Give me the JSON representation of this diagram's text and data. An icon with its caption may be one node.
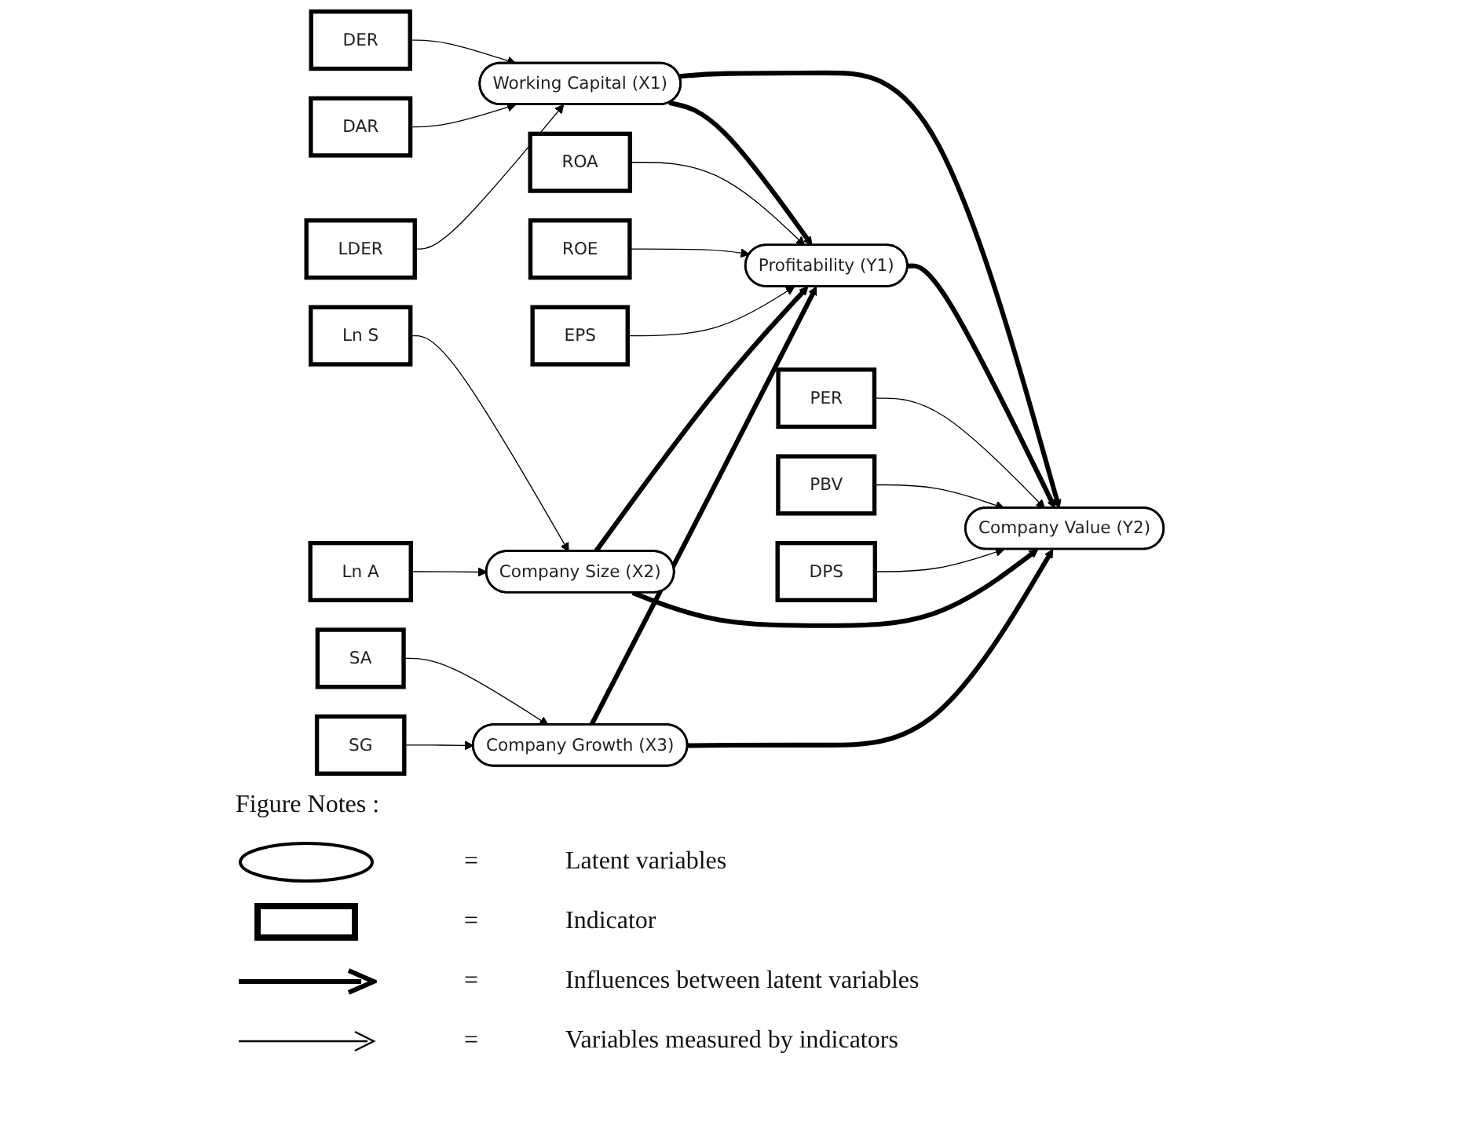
{
  "diagram": {
    "nodes": [
      {
        "text": [
          "DER"
        ]
      },
      {
        "text": [
          "DAR"
        ]
      },
      {
        "text": [
          "LDER"
        ]
      },
      {
        "text": [
          "Working Capital (X1)"
        ]
      },
      {
        "text": [
          "ROA"
        ]
      },
      {
        "text": [
          "ROE"
        ]
      },
      {
        "text": [
          "PER"
        ]
      },
      {
        "text": [
          "Profitability (Y1)"
        ]
      },
      {
        "text": [
          "Company Value (Y2)"
        ]
      },
      {
        "text": [
          "PBV"
        ]
      },
      {
        "text": [
          "DPS"
        ]
      },
      {
        "text": [
          "Ln S"
        ]
      },
      {
        "text": [
          "EPS"
        ]
      },
      {
        "text": [
          "Company Size (X2)"
        ]
      },
      {
        "text": [
          "Ln A"
        ]
      },
      {
        "text": [
          "SA"
        ]
      },
      {
        "text": [
          "Company Growth (X3)"
        ]
      },
      {
        "text": [
          "SG"
        ]
      }
    ],
    "edges": [
      {
        "from": 0,
        "to": 3,
        "arrow": "to"
      },
      {
        "from": 1,
        "to": 3,
        "arrow": "to"
      },
      {
        "from": 2,
        "to": 3,
        "arrow": "to"
      },
      {
        "from": 3,
        "to": 8,
        "arrow": "to",
        "style": "thick"
      },
      {
        "from": 3,
        "to": 7,
        "arrow": "to",
        "style": "thick"
      },
      {
        "from": 4,
        "to": 7,
        "arrow": "to"
      },
      {
        "from": 5,
        "to": 7,
        "arrow": "to"
      },
      {
        "from": 12,
        "to": 7,
        "arrow": "to"
      },
      {
        "from": 7,
        "to": 8,
        "arrow": "to",
        "style": "thick"
      },
      {
        "from": 6,
        "to": 8,
        "arrow": "to"
      },
      {
        "from": 9,
        "to": 8,
        "arrow": "to"
      },
      {
        "from": 10,
        "to": 8,
        "arrow": "to"
      },
      {
        "from": 11,
        "to": 13,
        "arrow": "to"
      },
      {
        "from": 14,
        "to": 13,
        "arrow": "to"
      },
      {
        "from": 13,
        "to": 7,
        "arrow": "to",
        "style": "thick"
      },
      {
        "from": 13,
        "to": 8,
        "arrow": "to",
        "style": "thick"
      },
      {
        "from": 15,
        "to": 16,
        "arrow": "to"
      },
      {
        "from": 17,
        "to": 16,
        "arrow": "to"
      },
      {
        "from": 16,
        "to": 7,
        "arrow": "to",
        "style": "thick"
      },
      {
        "from": 16,
        "to": 8,
        "arrow": "to",
        "style": "thick"
      }
    ],
    "labels": [
      "Figure Notes :",
      "=",
      "=",
      "=",
      "="
    ],
    "legend": [
      {
        "text": "Latent variables"
      },
      {
        "text": "Indicator"
      },
      {
        "text": "Influences between latent variables"
      },
      {
        "text": "Variables measured by indicators"
      }
    ]
  }
}
